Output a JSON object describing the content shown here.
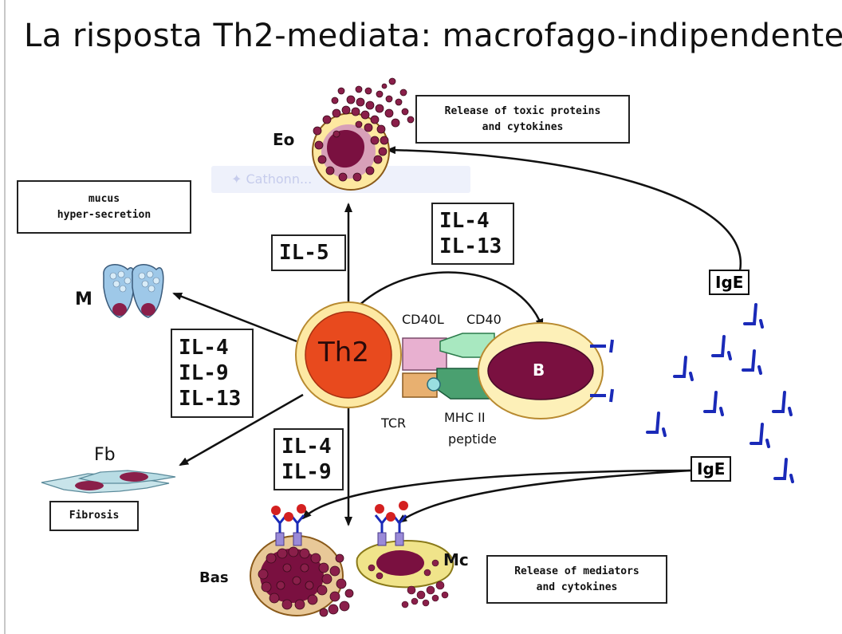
{
  "title": "La risposta Th2-mediata: macrofago-indipendente",
  "ghost_tab": {
    "glyph": "✦",
    "text": "Cathonn..."
  },
  "cells": {
    "th2": "Th2",
    "b": "B",
    "eo": "Eo",
    "m": "M",
    "fb": "Fb",
    "bas": "Bas",
    "mc": "Mc"
  },
  "molecules": {
    "cd40l": "CD40L",
    "cd40": "CD40",
    "tcr": "TCR",
    "mhc": "MHC II",
    "peptide": "peptide",
    "ige_top": "IgE",
    "ige_bottom": "IgE"
  },
  "boxes": {
    "toxic": [
      "Release of toxic proteins",
      "and cytokines"
    ],
    "mucus": [
      "mucus",
      "hyper-secretion"
    ],
    "fibrosis": [
      "Fibrosis"
    ],
    "mediators": [
      "Release of mediators",
      "and cytokines"
    ]
  },
  "cytokines": {
    "up": [
      "IL-5"
    ],
    "b": [
      "IL-4",
      "IL-13"
    ],
    "m": [
      "IL-4",
      "IL-9",
      "IL-13"
    ],
    "down": [
      "IL-4",
      "IL-9"
    ]
  },
  "colors": {
    "th2_fill": "#e84a1e",
    "th2_ring": "#fde9a4",
    "b_nucleus": "#7a1040",
    "b_ring": "#fdf0b8",
    "granule": "#8a1f4a",
    "antibody": "#1a2ab8",
    "receptor": "#5a6ac8",
    "red_dot": "#d42020"
  }
}
